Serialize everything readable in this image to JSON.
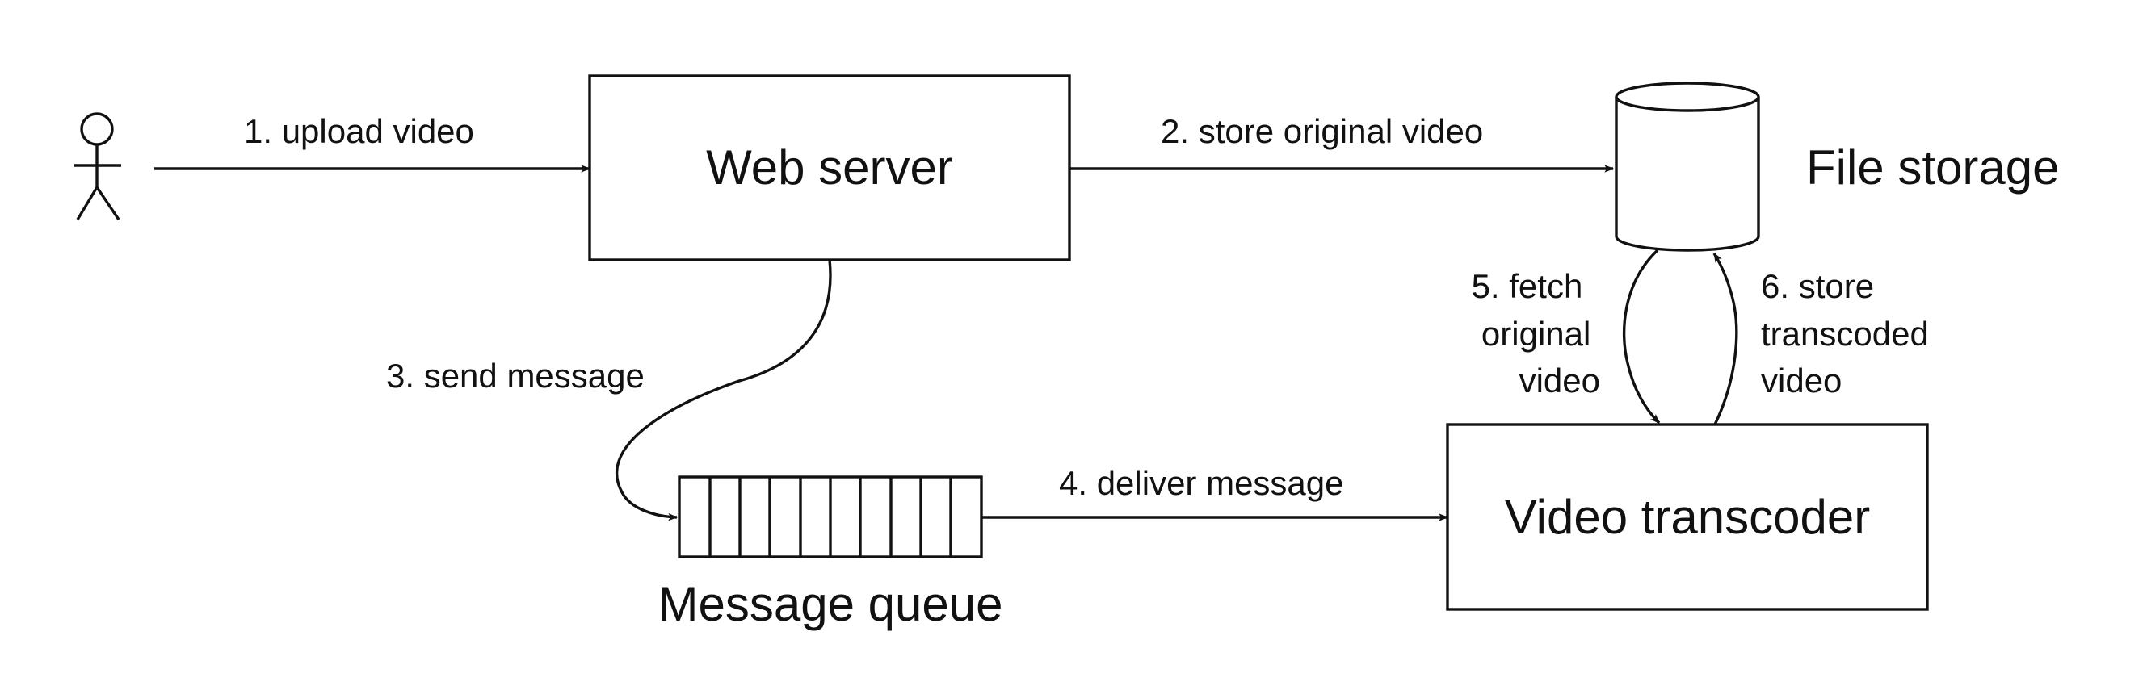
{
  "nodes": {
    "web_server": "Web server",
    "file_storage": "File storage",
    "message_queue": "Message queue",
    "video_transcoder": "Video transcoder"
  },
  "edges": {
    "upload": "1. upload video",
    "store_original": "2. store original video",
    "send_message": "3. send message",
    "deliver_message": "4. deliver message",
    "fetch": [
      "5. fetch",
      "original",
      "video"
    ],
    "store_transcoded": [
      "6. store",
      "transcoded",
      "video"
    ]
  },
  "colors": {
    "stroke": "#111111",
    "background": "#ffffff"
  },
  "icons": {
    "user": "stick-figure-icon",
    "storage": "cylinder-icon",
    "queue": "queue-slots-icon"
  }
}
